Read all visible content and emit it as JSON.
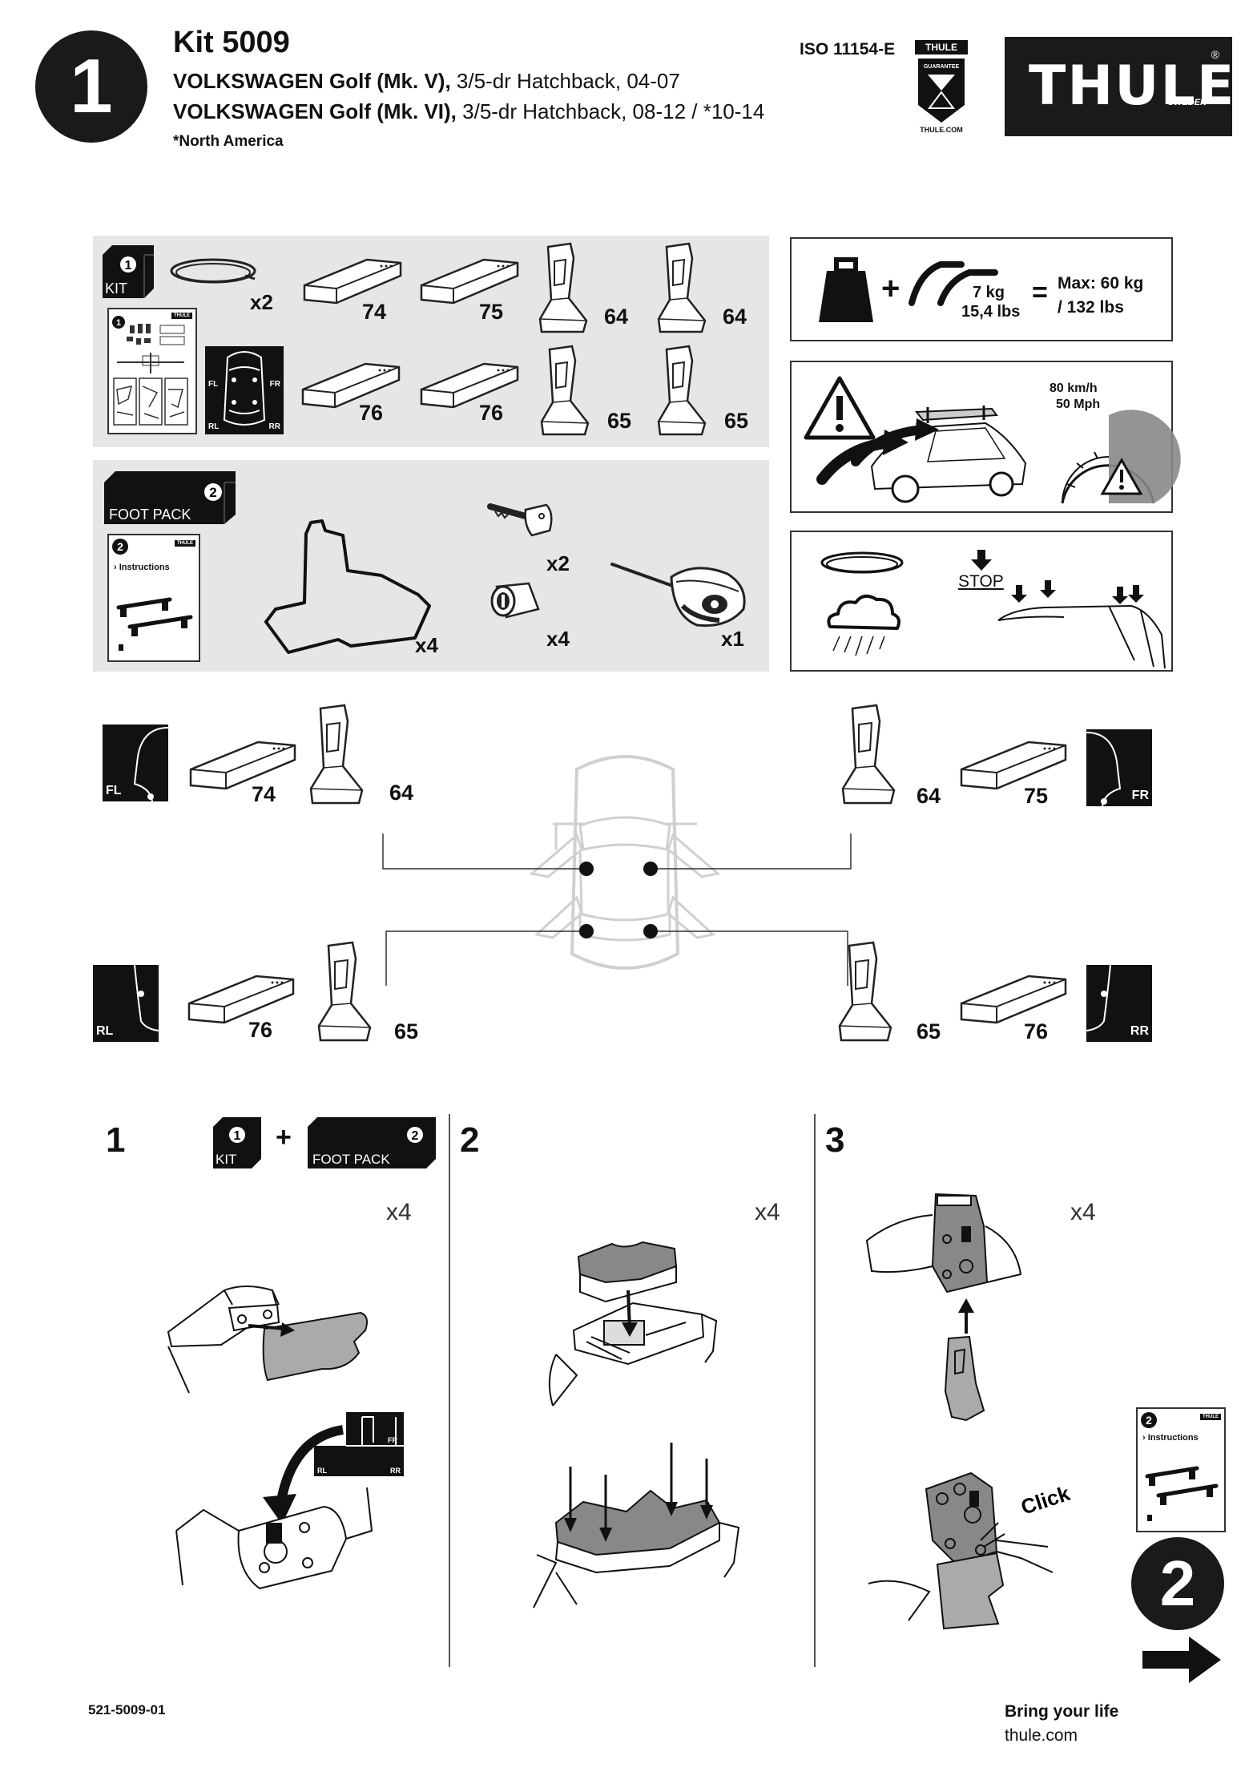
{
  "header": {
    "step_badge": "1",
    "kit_title": "Kit 5009",
    "line1_bold": "VOLKSWAGEN Golf (Mk. V),",
    "line1_rest": " 3/5-dr Hatchback, 04-07",
    "line2_bold": "VOLKSWAGEN Golf (Mk. VI),",
    "line2_rest": " 3/5-dr Hatchback, 08-12 / *10-14",
    "note": "*North America",
    "iso": "ISO 11154-E",
    "guarantee_top": "THULE",
    "guarantee_mid": "GUARANTEE",
    "guarantee_url": "THULE.COM",
    "logo_text": "THULE",
    "logo_sub": "SWEDEN",
    "logo_reg": "®"
  },
  "kit_panel": {
    "kit_badge_num": "1",
    "kit_badge_label": "KIT",
    "strip_qty": "x2",
    "pads": [
      "74",
      "75",
      "76",
      "76"
    ],
    "feet": [
      "64",
      "64",
      "65",
      "65"
    ],
    "map_labels": [
      "FL",
      "FR",
      "RL",
      "RR"
    ],
    "booklet_brand": "THULE"
  },
  "foot_pack_panel": {
    "badge_num": "2",
    "badge_label": "FOOT PACK",
    "booklet_num": "2",
    "booklet_brand": "THULE",
    "booklet_text": "› Instructions",
    "rubber_qty": "x4",
    "key_qty": "x2",
    "lock_qty": "x4",
    "tool_qty": "x1"
  },
  "info_boxes": {
    "weight_rack": "7 kg",
    "weight_rack_lbs": "15,4 lbs",
    "equals": "=",
    "plus": "+",
    "max_load": "Max: 60 kg",
    "max_load_lbs": "/ 132 lbs",
    "speed_kmh": "80 km/h",
    "speed_mph": "50 Mph",
    "stop": "STOP"
  },
  "positions": {
    "fl": {
      "label": "FL",
      "pad": "74",
      "foot": "64"
    },
    "fr": {
      "label": "FR",
      "pad": "75",
      "foot": "64"
    },
    "rl": {
      "label": "RL",
      "pad": "76",
      "foot": "65"
    },
    "rr": {
      "label": "RR",
      "pad": "76",
      "foot": "65"
    }
  },
  "steps": [
    {
      "number": "1",
      "count": "x4",
      "kit_num": "1",
      "kit_label": "KIT",
      "plus": "+",
      "fp_num": "2",
      "fp_label": "FOOT PACK",
      "map_fr": "FR",
      "map_rl": "RL",
      "map_rr": "RR"
    },
    {
      "number": "2",
      "count": "x4"
    },
    {
      "number": "3",
      "count": "x4",
      "click": "Click"
    }
  ],
  "next": {
    "booklet_num": "2",
    "booklet_brand": "THULE",
    "booklet_text": "› Instructions",
    "next_step": "2"
  },
  "footer": {
    "doc_number": "521-5009-01",
    "slogan": "Bring your life",
    "url": "thule.com"
  }
}
